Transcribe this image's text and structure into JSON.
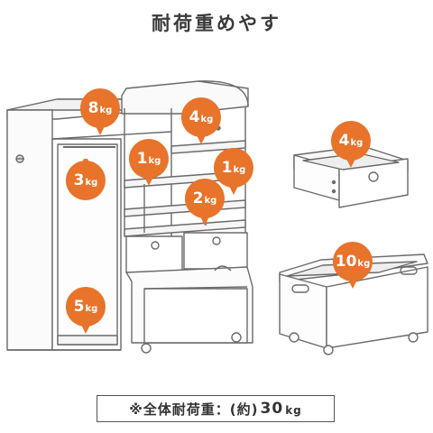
{
  "title": "耐荷重めやす",
  "badge_color": "#e8732a",
  "badges": [
    {
      "id": "top-shelf",
      "value": "8",
      "unit": "kg"
    },
    {
      "id": "right-top",
      "value": "4",
      "unit": "kg"
    },
    {
      "id": "hanger-rail",
      "value": "3",
      "unit": "kg"
    },
    {
      "id": "small-shelf-left",
      "value": "1",
      "unit": "kg"
    },
    {
      "id": "small-shelf-right",
      "value": "1",
      "unit": "kg"
    },
    {
      "id": "middle-shelf",
      "value": "2",
      "unit": "kg"
    },
    {
      "id": "wardrobe-bottom",
      "value": "5",
      "unit": "kg"
    },
    {
      "id": "drawer",
      "value": "4",
      "unit": "kg"
    },
    {
      "id": "cart-box",
      "value": "10",
      "unit": "kg"
    }
  ],
  "footer": {
    "prefix": "※全体耐荷重：(約)",
    "value": "30",
    "unit": "kg"
  }
}
